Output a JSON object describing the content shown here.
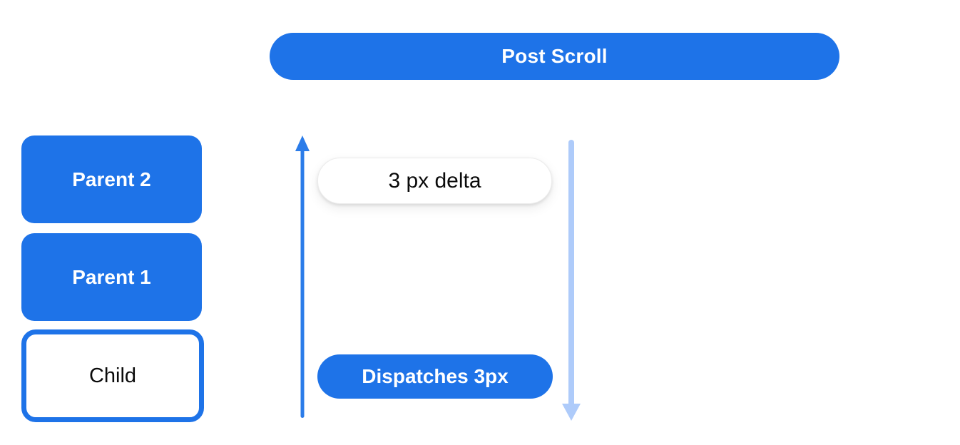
{
  "diagram": {
    "title_pill": {
      "label": "Post Scroll"
    },
    "hierarchy": [
      {
        "id": "parent2",
        "label": "Parent 2",
        "variant": "filled"
      },
      {
        "id": "parent1",
        "label": "Parent 1",
        "variant": "filled"
      },
      {
        "id": "child",
        "label": "Child",
        "variant": "outlined"
      }
    ],
    "delta_pill": {
      "label": "3 px delta"
    },
    "dispatch_pill": {
      "label": "Dispatches 3px"
    },
    "arrows": [
      {
        "name": "up-arrow",
        "direction": "up",
        "color": "#2b7ce9"
      },
      {
        "name": "down-arrow",
        "direction": "down",
        "color": "#aecbfa"
      }
    ],
    "colors": {
      "primary_blue": "#1e73e8",
      "light_blue": "#aecbfa",
      "surface_white": "#ffffff",
      "text_dark": "#0b0b0b",
      "text_on_blue": "#ffffff"
    }
  }
}
